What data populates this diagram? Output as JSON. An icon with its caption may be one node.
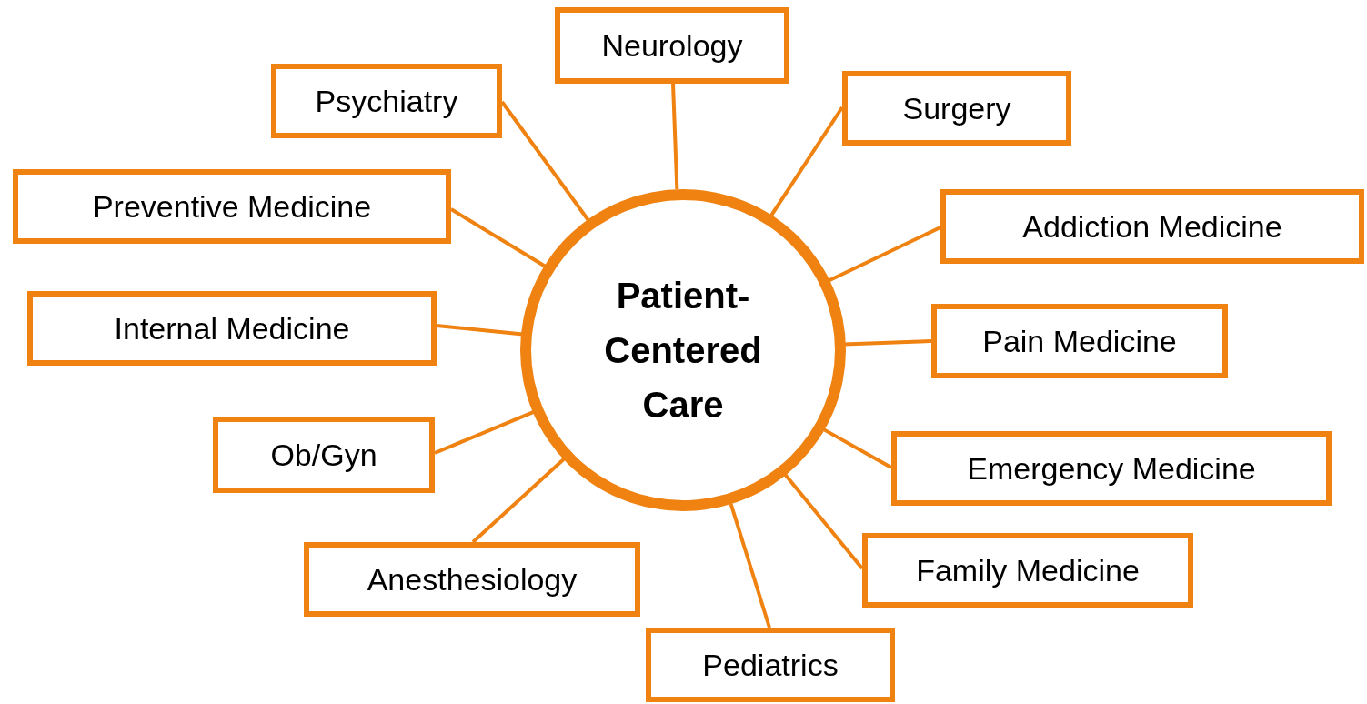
{
  "diagram": {
    "nodes": [
      {
        "text": [
          "Patient-Centered Care"
        ]
      },
      {
        "text": [
          "Neurology"
        ]
      },
      {
        "text": [
          "Psychiatry"
        ]
      },
      {
        "text": [
          "Surgery"
        ]
      },
      {
        "text": [
          "Preventive Medicine"
        ]
      },
      {
        "text": [
          "Addiction Medicine"
        ]
      },
      {
        "text": [
          "Internal Medicine"
        ]
      },
      {
        "text": [
          "Pain Medicine"
        ]
      },
      {
        "text": [
          "Ob/Gyn"
        ]
      },
      {
        "text": [
          "Emergency Medicine"
        ]
      },
      {
        "text": [
          "Family Medicine"
        ]
      },
      {
        "text": [
          "Anesthesiology"
        ]
      },
      {
        "text": [
          "Pediatrics"
        ]
      }
    ],
    "edges": [
      {
        "from": 0,
        "to": 1,
        "arrow": "none"
      },
      {
        "from": 0,
        "to": 2,
        "arrow": "none"
      },
      {
        "from": 0,
        "to": 3,
        "arrow": "none"
      },
      {
        "from": 0,
        "to": 4,
        "arrow": "none"
      },
      {
        "from": 0,
        "to": 5,
        "arrow": "none"
      },
      {
        "from": 0,
        "to": 6,
        "arrow": "none"
      },
      {
        "from": 0,
        "to": 7,
        "arrow": "none"
      },
      {
        "from": 0,
        "to": 8,
        "arrow": "none"
      },
      {
        "from": 0,
        "to": 9,
        "arrow": "none"
      },
      {
        "from": 0,
        "to": 10,
        "arrow": "none"
      },
      {
        "from": 0,
        "to": 11,
        "arrow": "none"
      },
      {
        "from": 0,
        "to": 12,
        "arrow": "none"
      }
    ]
  }
}
